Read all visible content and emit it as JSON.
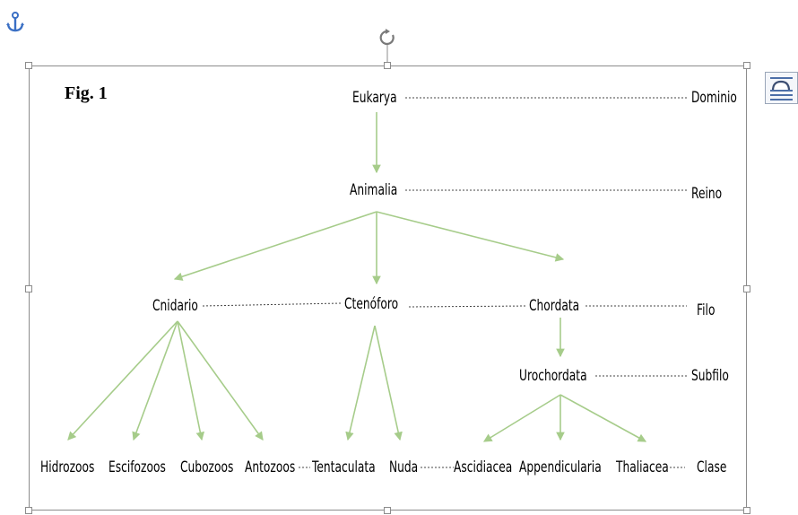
{
  "figure_label": "Fig. 1",
  "colors": {
    "arrow": "#a6cc8a",
    "dash": "#444444",
    "frame": "#8c8c8c",
    "anchor": "#3a6fc4"
  },
  "taxa": {
    "eukarya": "Eukarya",
    "animalia": "Animalia",
    "cnidario": "Cnidario",
    "ctenoforo": "Ctenóforo",
    "chordata": "Chordata",
    "urochordata": "Urochordata",
    "hidrozoos": "Hidrozoos",
    "escifozoos": "Escifozoos",
    "cubozoos": "Cubozoos",
    "antozoos": "Antozoos",
    "tentaculata": "Tentaculata",
    "nuda": "Nuda",
    "ascidiacea": "Ascidiacea",
    "appendicularia": "Appendicularia",
    "thaliacea": "Thaliacea"
  },
  "ranks": {
    "dominio": "Dominio",
    "reino": "Reino",
    "filo": "Filo",
    "subfilo": "Subfilo",
    "clase": "Clase"
  },
  "icons": {
    "anchor": "anchor-icon",
    "rotate": "rotate-handle-icon",
    "layout": "layout-options-icon"
  }
}
